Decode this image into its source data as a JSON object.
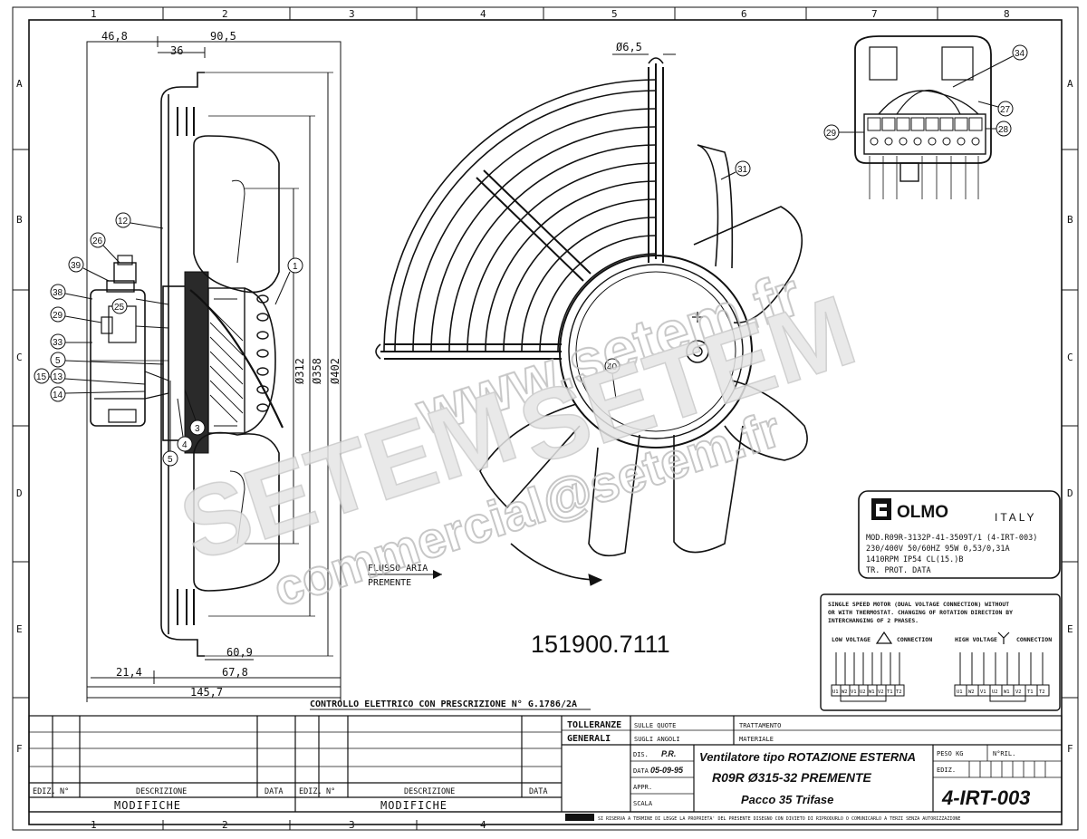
{
  "frame": {
    "cols_top": [
      "1",
      "2",
      "3",
      "4",
      "5",
      "6",
      "7",
      "8"
    ],
    "cols_bottom": [
      "1",
      "2",
      "3",
      "4"
    ],
    "rows": [
      "A",
      "B",
      "C",
      "D",
      "E",
      "F"
    ]
  },
  "dims": {
    "d46_8": "46,8",
    "d90_5": "90,5",
    "d36": "36",
    "d60_9": "60,9",
    "d21_4": "21,4",
    "d67_8": "67,8",
    "d145_7": "145,7",
    "d312": "Ø312",
    "d358": "Ø358",
    "d402": "Ø402",
    "d6_5": "Ø6,5"
  },
  "balloons": [
    "1",
    "3",
    "4",
    "5",
    "5",
    "12",
    "13",
    "14",
    "15",
    "25",
    "26",
    "29",
    "33",
    "38",
    "39",
    "31",
    "40",
    "34",
    "27",
    "28",
    "29"
  ],
  "flow_label": [
    "FLUSSO ARIA",
    "PREMENTE"
  ],
  "part_number": "151900.7111",
  "control_note": "CONTROLLO ELETTRICO CON PRESCRIZIONE N° G.1786/2A",
  "nameplate": {
    "brand": "OLMO",
    "country": "ITALY",
    "lines": [
      "MOD.R09R-3132P-41-3509T/1   (4-IRT-003)",
      "230/400V   50/60HZ   95W   0,53/0,31A",
      "1410RPM    IP54   CL(15.)B",
      "TR. PROT.                      DATA"
    ]
  },
  "wiring_note": [
    "SINGLE SPEED MOTOR (DUAL VOLTAGE CONNECTION) WITHOUT",
    "OR WITH THERMOSTAT. CHANGING OF ROTATION DIRECTION BY",
    "INTERCHANGING OF 2 PHASES."
  ],
  "wiring": {
    "low_voltage": "LOW VOLTAGE",
    "high_voltage": "HIGH VOLTAGE",
    "connection": "CONNECTION",
    "terminals": [
      "U1",
      "W2",
      "V1",
      "U2",
      "W1",
      "V2",
      "T1",
      "T2"
    ]
  },
  "title_block": {
    "tolleranze": "TOLLERANZE",
    "generali": "GENERALI",
    "sulle_quote": "SULLE QUOTE",
    "sugli_angoli": "SUGLI ANGOLI",
    "trattamento": "TRATTAMENTO",
    "materiale": "MATERIALE",
    "dis_label": "DIS.",
    "dis_value": "P.R.",
    "data_label": "DATA",
    "data_value": "05-09-95",
    "appr_label": "APPR.",
    "scala_label": "SCALA",
    "title_line1": "Ventilatore tipo ROTAZIONE ESTERNA",
    "title_line2": "R09R  Ø315-32  PREMENTE",
    "title_line3": "Pacco 35 Trifase",
    "peso": "PESO KG",
    "nril": "N°RIL.",
    "ediz_label": "EDIZ.",
    "drawing_no": "4-IRT-003",
    "ediz": "EDIZ.",
    "n": "N°",
    "descrizione": "DESCRIZIONE",
    "data": "DATA",
    "modifiche": "MODIFICHE",
    "footer": "SI RISERVA A TERMINE DI LEGGE LA PROPRIETA' DEL PRESENTE DISEGNO CON DIVIETO DI RIPRODURLO O COMUNICARLO A TERZI SENZA AUTORIZZAZIONE"
  },
  "watermark": {
    "w1": "www.setem.fr",
    "w2": "SETEM",
    "w3": "commercial@setem.fr"
  }
}
